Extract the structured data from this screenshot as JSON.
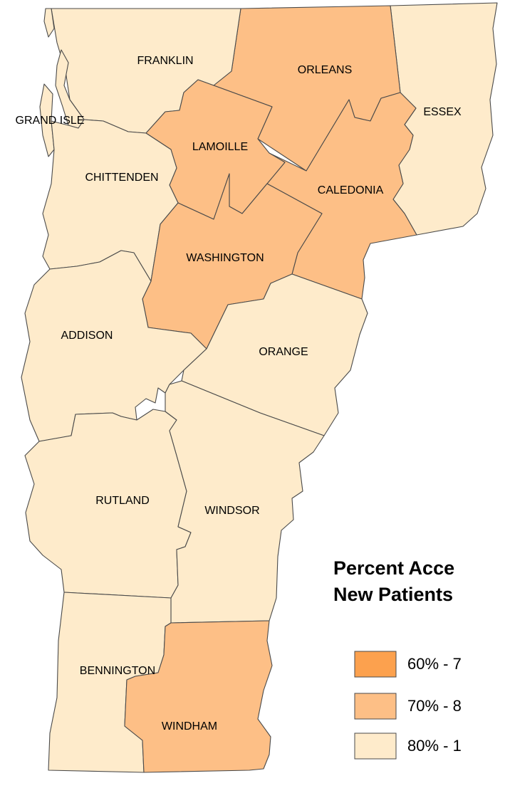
{
  "legend": {
    "title_line1": "Percent Acce",
    "title_line2": "New Patients",
    "classes": [
      {
        "label": "60% - 7",
        "color": "#fca14e"
      },
      {
        "label": "70% - 8",
        "color": "#fdbf86"
      },
      {
        "label": "80% - 1",
        "color": "#feebcb"
      }
    ]
  },
  "counties": [
    {
      "id": "franklin",
      "label": "FRANKLIN",
      "class": 2
    },
    {
      "id": "grand-isle",
      "label": "GRAND ISLE",
      "class": 2
    },
    {
      "id": "orleans",
      "label": "ORLEANS",
      "class": 1
    },
    {
      "id": "essex",
      "label": "ESSEX",
      "class": 2
    },
    {
      "id": "lamoille",
      "label": "LAMOILLE",
      "class": 1
    },
    {
      "id": "caledonia",
      "label": "CALEDONIA",
      "class": 1
    },
    {
      "id": "chittenden",
      "label": "CHITTENDEN",
      "class": 2
    },
    {
      "id": "washington",
      "label": "WASHINGTON",
      "class": 1
    },
    {
      "id": "addison",
      "label": "ADDISON",
      "class": 2
    },
    {
      "id": "orange",
      "label": "ORANGE",
      "class": 2
    },
    {
      "id": "rutland",
      "label": "RUTLAND",
      "class": 2
    },
    {
      "id": "windsor",
      "label": "WINDSOR",
      "class": 2
    },
    {
      "id": "bennington",
      "label": "BENNINGTON",
      "class": 2
    },
    {
      "id": "windham",
      "label": "WINDHAM",
      "class": 1
    }
  ]
}
